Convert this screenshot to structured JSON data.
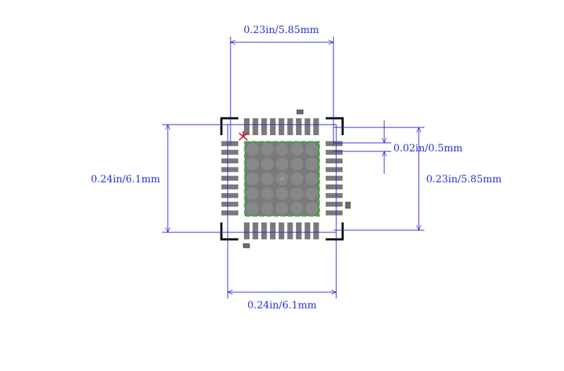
{
  "dimensions": {
    "top_width": "0.23in/5.85mm",
    "bottom_width": "0.24in/6.1mm",
    "left_height": "0.24in/6.1mm",
    "right_height": "0.23in/5.85mm",
    "pitch": "0.02in/0.5mm"
  },
  "package": {
    "center_pad_label": "37",
    "pin_count_per_side": 9
  },
  "colors": {
    "dimension_line": "#2b2bd6",
    "pad": "#7a7a7a",
    "thermal_pad_outline": "#22cc22",
    "silkscreen": "#000000",
    "pin1_marker": "#cc1133"
  }
}
